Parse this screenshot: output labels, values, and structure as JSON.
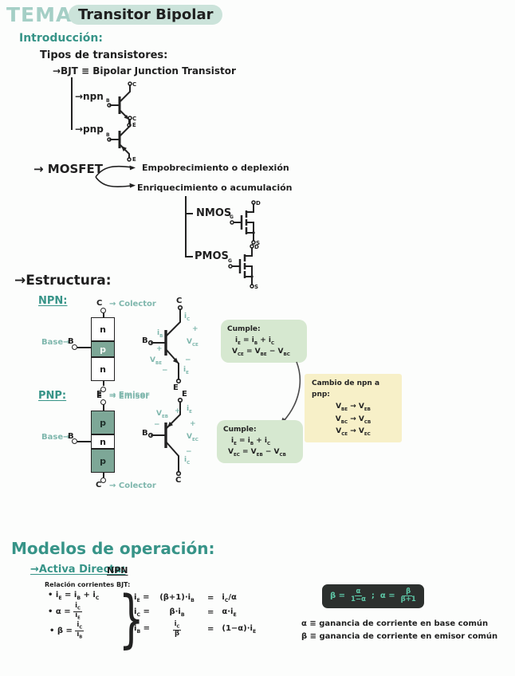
{
  "colors": {
    "ink": "#1f1f1f",
    "teal_heading": "#379488",
    "teal_light": "#a5cfc6",
    "highlight": "#cbe3da",
    "annotation_teal": "#7fb7ad",
    "green_box_bg": "#d6e8d0",
    "yellow_box_bg": "#f7f0c8",
    "dark_box_bg": "#2c302e",
    "dark_box_text": "#5ec9a8",
    "block_fill": "#7da797"
  },
  "header": {
    "title_prefix": "TEMA 4:",
    "title_main": "Transitor Bipolar"
  },
  "intro": {
    "heading": "Introducción:",
    "tipos": "Tipos de transistores:",
    "bjt": "→BJT ≡ Bipolar Junction Transistor",
    "npn": "→npn",
    "pnp": "→pnp",
    "mosfet": "→ MOSFET",
    "mosfet_dep": "Empobrecimiento o deplexión",
    "mosfet_enr": "Enriquecimiento o acumulación",
    "nmos": "NMOS",
    "pmos": "PMOS"
  },
  "terminals": {
    "c": "C",
    "b": "B",
    "e": "E",
    "d": "D",
    "g": "G",
    "s": "S",
    "plus": "+",
    "minus": "−"
  },
  "estructura": {
    "heading": "→Estructura:",
    "npn": {
      "label": "NPN:",
      "top_terminal": "C",
      "top_label": "→ Colector",
      "base_label": "Base→",
      "base_terminal": "B",
      "bottom_terminal": "E",
      "bottom_label": "→ Emisor",
      "regions": [
        "n",
        "p",
        "n"
      ],
      "ann": {
        "ic": "i_C",
        "vce": "V_CE",
        "ib": "i_B",
        "vbe": "V_BE",
        "ie": "i_E"
      }
    },
    "cumple_npn": {
      "title": "Cumple:",
      "eq1": "i_E = i_B + i_C",
      "eq2": "V_CE = V_BE − V_BC"
    },
    "cambio": {
      "title": "Cambio de npn a pnp:",
      "rows": [
        "V_BE → V_EB",
        "V_BC → V_CB",
        "V_CE → V_EC"
      ]
    },
    "pnp": {
      "label": "PNP:",
      "top_terminal": "E",
      "top_label": "→ Emisor",
      "base_label": "Base→",
      "base_terminal": "B",
      "bottom_terminal": "C",
      "bottom_label": "→ Colector",
      "regions": [
        "p",
        "n",
        "p"
      ],
      "ann": {
        "ie": "i_E",
        "veb": "V_EB",
        "vec": "V_EC",
        "ib": "i_B",
        "ic": "i_C"
      }
    },
    "cumple_pnp": {
      "title": "Cumple:",
      "eq1": "i_E = i_B + i_C",
      "eq2": "V_EC = V_EB − V_CB"
    }
  },
  "modelos": {
    "heading": "Modelos de operación:",
    "sub": "→Activa Directa:",
    "sub_tag": "NPN",
    "rel_title": "Relación corrientes BJT:",
    "b1": "• i_E = i_B + i_C",
    "b2_lhs": "• α =",
    "b2_num": "i_C",
    "b2_den": "i_E",
    "b3_lhs": "• β =",
    "b3_num": "i_C",
    "b3_den": "i_B",
    "brace": "}",
    "d1_l": "i_E =",
    "d1_m": "(β+1)·i_B",
    "d1_eq": "=",
    "d1_r": "i_C/α",
    "d2_l": "i_C =",
    "d2_m": "β·i_B",
    "d2_eq": "=",
    "d2_r": "α·i_E",
    "d3_l": "i_B =",
    "d3_num": "i_C",
    "d3_den": "β",
    "d3_eq": "=",
    "d3_r": "(1−α)·i_E",
    "box": {
      "lhs1": "β =",
      "num1": "α",
      "den1": "1−α",
      "sep": ";",
      "lhs2": "α =",
      "num2": "β",
      "den2": "β+1"
    },
    "alpha_def": "α ≡ ganancia de corriente en base común",
    "beta_def": "β ≡ ganancia de corriente en emisor común"
  }
}
